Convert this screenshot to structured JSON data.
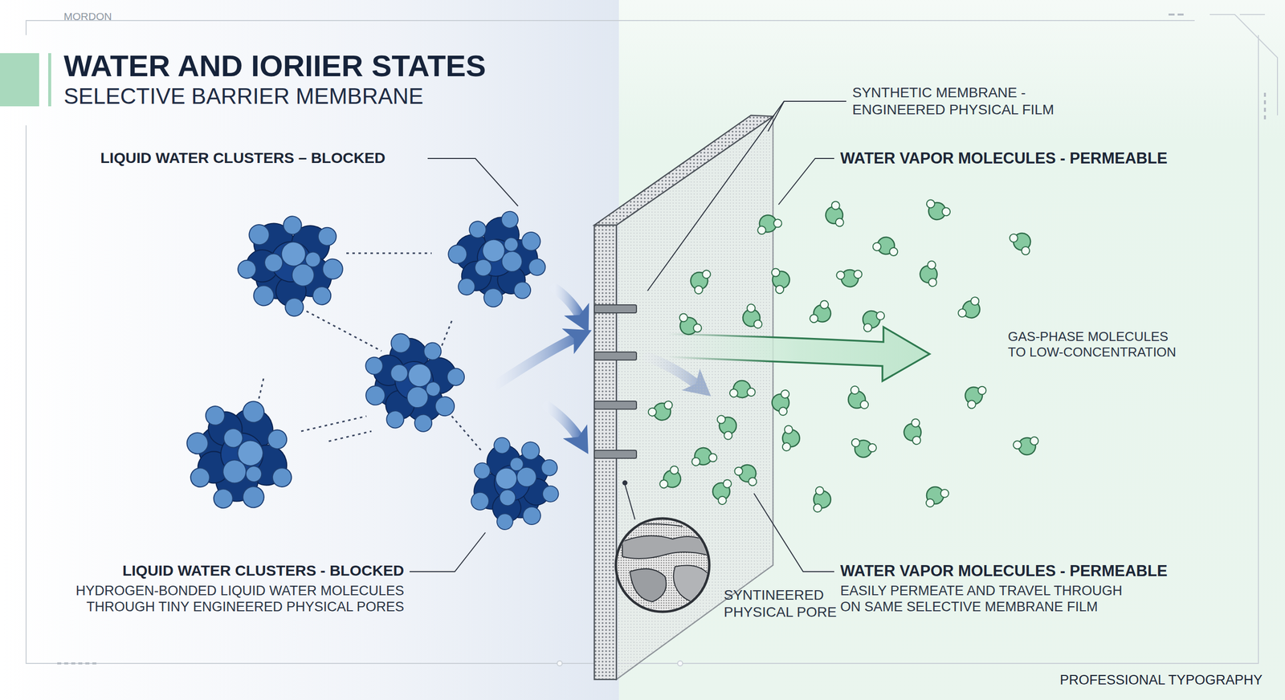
{
  "diagram": {
    "title": "WATER AND IORIIER STATES",
    "labels": [
      "MORDON",
      "SELECTIVE BARRIER MEMBRANE",
      "LIQUID WATER CLUSTERS – BLOCKED",
      "SYNTHETIC MEMBRANE - ENGINEERED PHYSICAL FILM",
      "WATER VAPOR MOLECULES - PERMEABLE",
      "GAS-PHASE MOLECULES TO LOW-CONCENTRATION",
      "LIQUID WATER CLUSTERS - BLOCKED",
      "HYDROGEN-BONDED LIQUID WATER MOLECULES THROUGH TINY ENGINEERED PHYSICAL PORES",
      "SYNTINEERED PHYSICAL PORE",
      "WATER VAPOR MOLECULES - PERMEABLE",
      "EASILY PERMEATE AND TRAVEL THROUGH ON SAME SELECTIVE MEMBRANE FILM",
      "PROFESSIONAL TYPOGRAPHY"
    ]
  }
}
